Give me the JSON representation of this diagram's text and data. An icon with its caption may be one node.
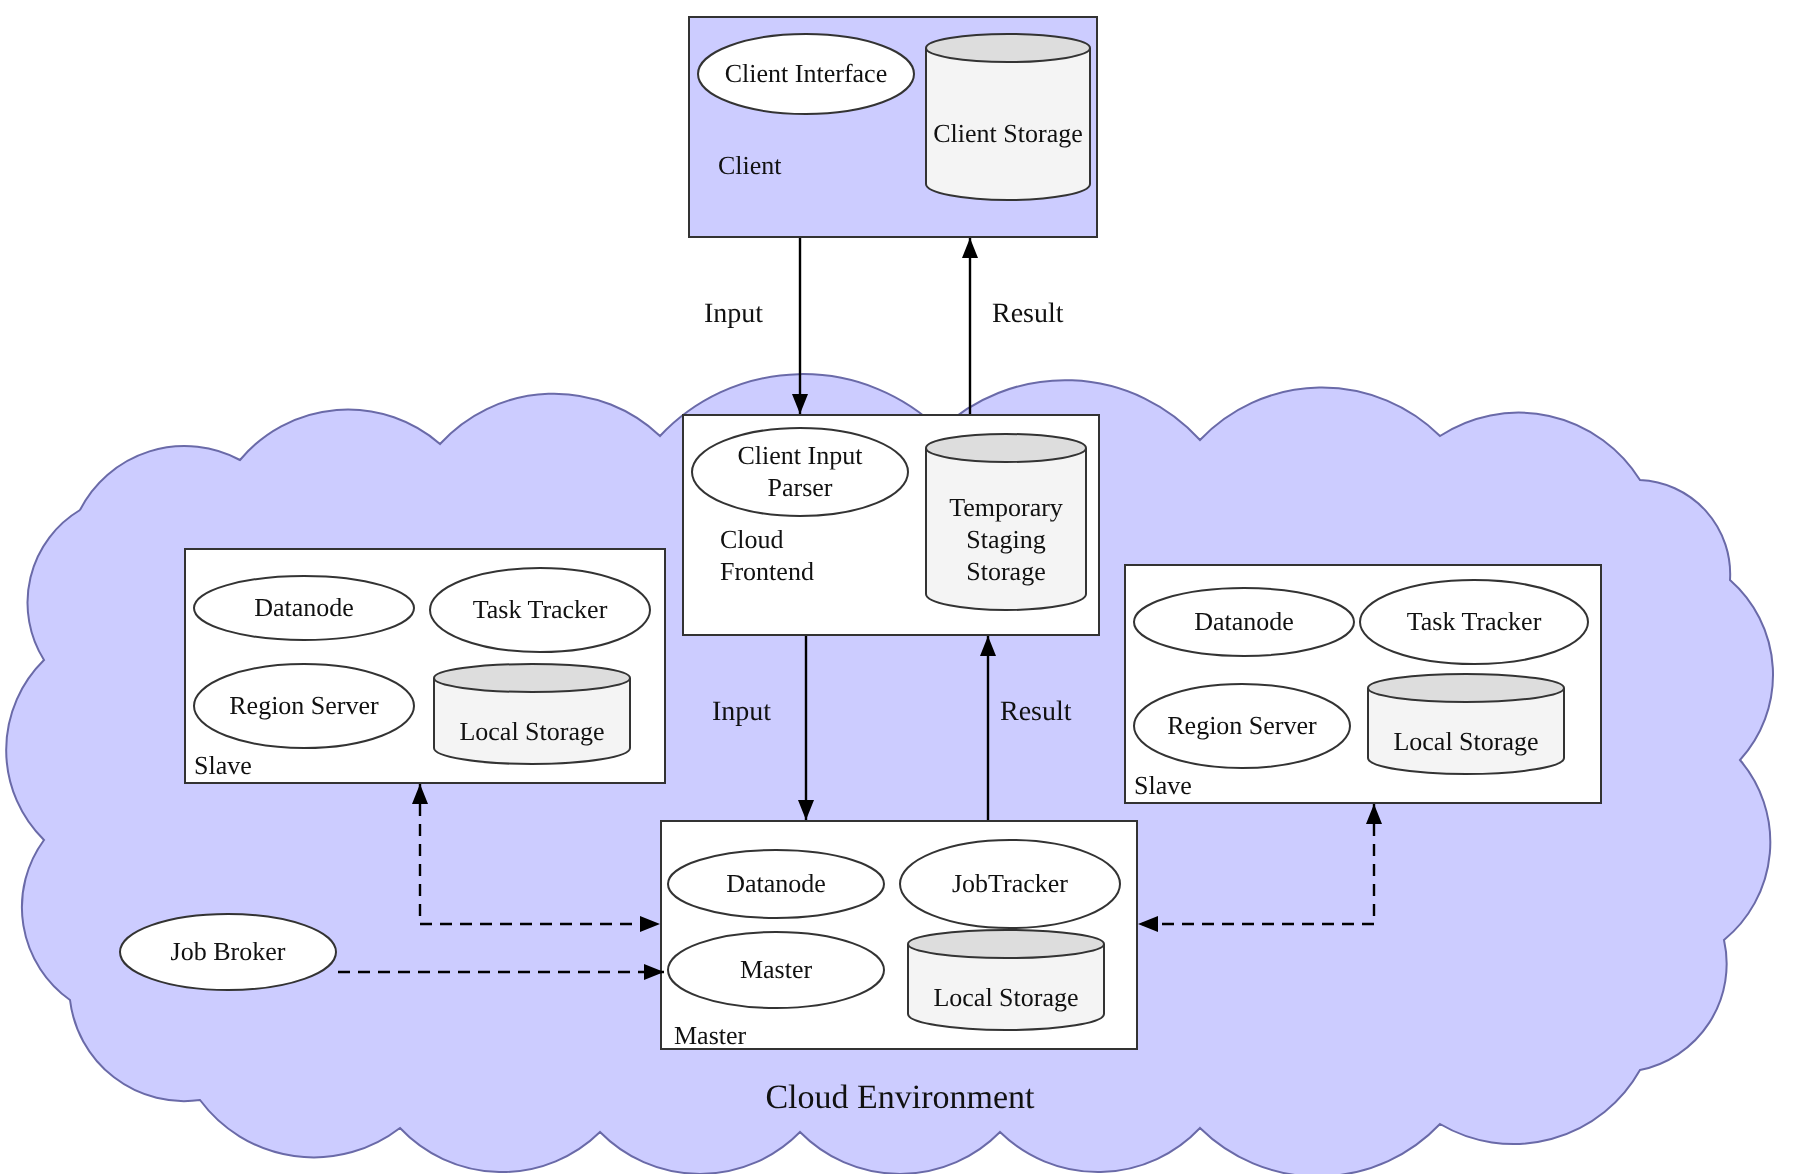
{
  "diagram": {
    "nodes": [
      {
        "text": [
          "Client"
        ]
      },
      {
        "text": [
          "Client Interface"
        ],
        "in": 0
      },
      {
        "text": [
          "Client Storage"
        ],
        "in": 0
      },
      {
        "text": [
          "Cloud Environment"
        ]
      },
      {
        "text": [
          "Cloud Frontend"
        ],
        "in": 3
      },
      {
        "text": [
          "Client Input Parser"
        ],
        "in": 4
      },
      {
        "text": [
          "Temporary Staging Storage"
        ],
        "in": 4
      },
      {
        "text": [
          "Slave"
        ],
        "in": 3
      },
      {
        "text": [
          "Datanode"
        ],
        "in": 7
      },
      {
        "text": [
          "Task Tracker"
        ],
        "in": 7
      },
      {
        "text": [
          "Region Server"
        ],
        "in": 7
      },
      {
        "text": [
          "Local Storage"
        ],
        "in": 7
      },
      {
        "text": [
          "Master"
        ],
        "in": 3
      },
      {
        "text": [
          "Datanode"
        ],
        "in": 12
      },
      {
        "text": [
          "JobTracker"
        ],
        "in": 12
      },
      {
        "text": [
          "Master"
        ],
        "in": 12
      },
      {
        "text": [
          "Local Storage"
        ],
        "in": 12
      },
      {
        "text": [
          "Slave"
        ],
        "in": 3
      },
      {
        "text": [
          "Datanode"
        ],
        "in": 17
      },
      {
        "text": [
          "Task Tracker"
        ],
        "in": 17
      },
      {
        "text": [
          "Region Server"
        ],
        "in": 17
      },
      {
        "text": [
          "Local Storage"
        ],
        "in": 17
      },
      {
        "text": [
          "Job Broker"
        ],
        "in": 3
      }
    ],
    "edges": [
      {
        "from": 0,
        "to": 4,
        "arrow": "to",
        "label": "Input"
      },
      {
        "from": 4,
        "to": 0,
        "arrow": "to",
        "label": "Result"
      },
      {
        "from": 4,
        "to": 12,
        "arrow": "to",
        "label": "Input"
      },
      {
        "from": 12,
        "to": 4,
        "arrow": "to",
        "label": "Result"
      },
      {
        "from": 7,
        "to": 12,
        "arrow": "both",
        "style": "dashed"
      },
      {
        "from": 17,
        "to": 12,
        "arrow": "both",
        "style": "dashed"
      },
      {
        "from": 22,
        "to": 15,
        "arrow": "to",
        "style": "dashed"
      }
    ]
  }
}
